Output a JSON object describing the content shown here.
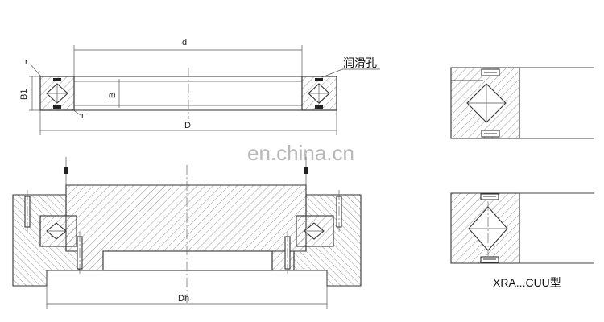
{
  "labels": {
    "d": "d",
    "D": "D",
    "B": "B",
    "B1": "B1",
    "r_top": "r",
    "r_bottom": "r",
    "Dh": "Dh",
    "lube_hole": "润滑孔",
    "type_caption": "XRA...CUU型"
  },
  "watermark": "en.china.cn"
}
